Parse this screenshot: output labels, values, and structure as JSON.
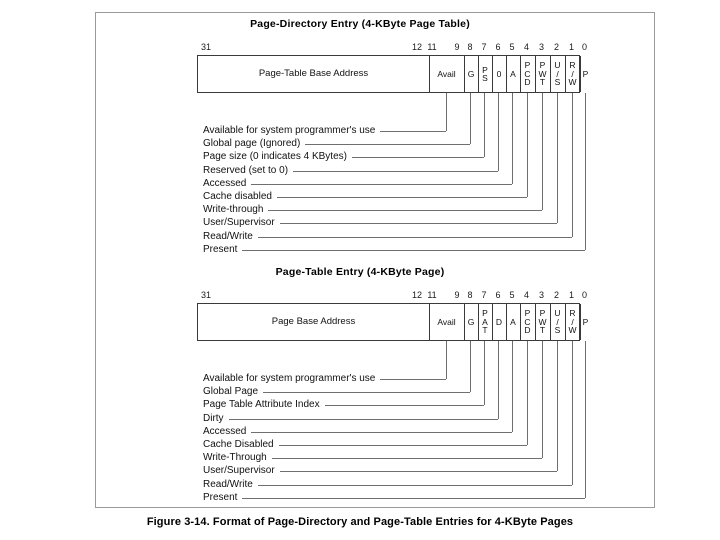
{
  "caption": "Figure 3-14.  Format of Page-Directory and Page-Table Entries for 4-KByte Pages",
  "colors": {
    "ink": "#111111",
    "rule": "#3a3a3a",
    "leader": "#6f6f6f",
    "page_border": "#9a9a9a",
    "background": "#ffffff"
  },
  "diagrams": [
    {
      "title": "Page-Directory Entry (4-KByte Page Table)",
      "bit_numbers": [
        "31",
        "12",
        "11",
        "9",
        "8",
        "7",
        "6",
        "5",
        "4",
        "3",
        "2",
        "1",
        "0"
      ],
      "address_field": "Page-Table Base Address",
      "fields": [
        {
          "label": "Avail",
          "lines": [
            "Avail"
          ],
          "bits": "11:9"
        },
        {
          "label": "G",
          "lines": [
            "G"
          ],
          "bits": "8"
        },
        {
          "label": "PS",
          "lines": [
            "P",
            "S"
          ],
          "bits": "7"
        },
        {
          "label": "0",
          "lines": [
            "0"
          ],
          "bits": "6"
        },
        {
          "label": "A",
          "lines": [
            "A"
          ],
          "bits": "5"
        },
        {
          "label": "PCD",
          "lines": [
            "P",
            "C",
            "D"
          ],
          "bits": "4"
        },
        {
          "label": "PWT",
          "lines": [
            "P",
            "W",
            "T"
          ],
          "bits": "3"
        },
        {
          "label": "U/S",
          "lines": [
            "U",
            "/",
            "S"
          ],
          "bits": "2"
        },
        {
          "label": "R/W",
          "lines": [
            "R",
            "/",
            "W"
          ],
          "bits": "1"
        },
        {
          "label": "P",
          "lines": [
            "P"
          ],
          "bits": "0"
        }
      ],
      "callouts": [
        "Available for system programmer's use",
        "Global page (Ignored)",
        "Page size (0 indicates 4 KBytes)",
        "Reserved (set to 0)",
        "Accessed",
        "Cache disabled",
        "Write-through",
        "User/Supervisor",
        "Read/Write",
        "Present"
      ]
    },
    {
      "title": "Page-Table Entry (4-KByte Page)",
      "bit_numbers": [
        "31",
        "12",
        "11",
        "9",
        "8",
        "7",
        "6",
        "5",
        "4",
        "3",
        "2",
        "1",
        "0"
      ],
      "address_field": "Page Base Address",
      "fields": [
        {
          "label": "Avail",
          "lines": [
            "Avail"
          ],
          "bits": "11:9"
        },
        {
          "label": "G",
          "lines": [
            "G"
          ],
          "bits": "8"
        },
        {
          "label": "PAT",
          "lines": [
            "P",
            "A",
            "T"
          ],
          "bits": "7"
        },
        {
          "label": "D",
          "lines": [
            "D"
          ],
          "bits": "6"
        },
        {
          "label": "A",
          "lines": [
            "A"
          ],
          "bits": "5"
        },
        {
          "label": "PCD",
          "lines": [
            "P",
            "C",
            "D"
          ],
          "bits": "4"
        },
        {
          "label": "PWT",
          "lines": [
            "P",
            "W",
            "T"
          ],
          "bits": "3"
        },
        {
          "label": "U/S",
          "lines": [
            "U",
            "/",
            "S"
          ],
          "bits": "2"
        },
        {
          "label": "R/W",
          "lines": [
            "R",
            "/",
            "W"
          ],
          "bits": "1"
        },
        {
          "label": "P",
          "lines": [
            "P"
          ],
          "bits": "0"
        }
      ],
      "callouts": [
        "Available for system programmer's use",
        "Global Page",
        "Page Table Attribute Index",
        "Dirty",
        "Accessed",
        "Cache Disabled",
        "Write-Through",
        "User/Supervisor",
        "Read/Write",
        "Present"
      ]
    }
  ]
}
